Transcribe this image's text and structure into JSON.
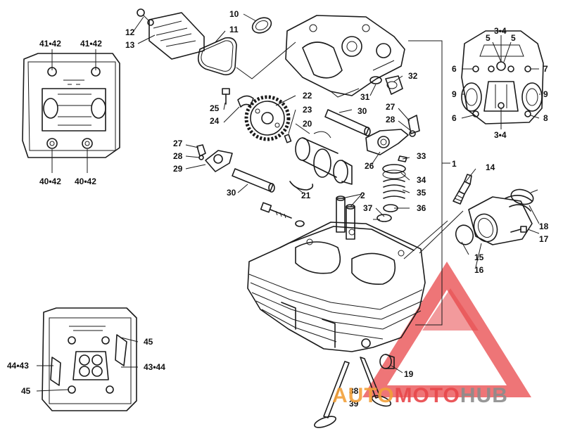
{
  "colors": {
    "line": "#1a1a1a",
    "watermark_red": "#e8474a",
    "watermark_orange": "#f2a03a",
    "watermark_gray": "#8c8c8c"
  },
  "watermark": {
    "part1": "AUTO",
    "part2": "MOTO",
    "part3": "HUB"
  },
  "callouts": {
    "c1": "1",
    "c2": "2",
    "c10": "10",
    "c11": "11",
    "c12": "12",
    "c13": "13",
    "c14": "14",
    "c15": "15",
    "c16": "16",
    "c17": "17",
    "c18": "18",
    "c19": "19",
    "c20": "20",
    "c21": "21",
    "c22": "22",
    "c23": "23",
    "c24": "24",
    "c25": "25",
    "c26": "26",
    "c27a": "27",
    "c27b": "27",
    "c28a": "28",
    "c28b": "28",
    "c29": "29",
    "c30a": "30",
    "c30b": "30",
    "c31": "31",
    "c32": "32",
    "c33": "33",
    "c34": "34",
    "c35": "35",
    "c36": "36",
    "c37": "37",
    "c38": "38",
    "c39": "39",
    "c5a": "5",
    "c5b": "5",
    "c34a": "3•4",
    "c34b": "3•4",
    "c6a": "6",
    "c6b": "6",
    "c7": "7",
    "c8": "8",
    "c9a": "9",
    "c9b": "9",
    "c4142a": "41•42",
    "c4142b": "41•42",
    "c4042a": "40•42",
    "c4042b": "40•42",
    "c45a": "45",
    "c45b": "45",
    "c4443": "44•43",
    "c4344": "43•44"
  }
}
